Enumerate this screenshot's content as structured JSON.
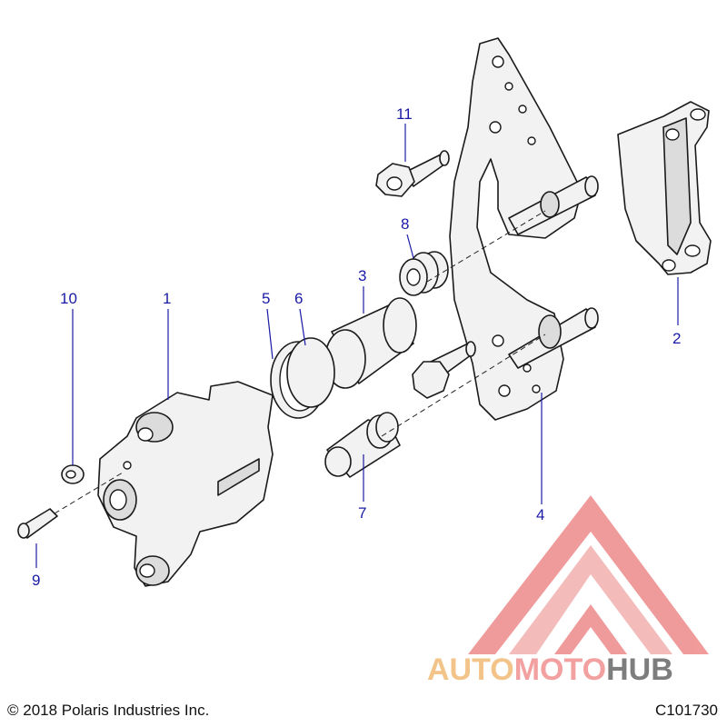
{
  "callouts": [
    {
      "id": "1",
      "label": "1"
    },
    {
      "id": "2",
      "label": "2"
    },
    {
      "id": "3",
      "label": "3"
    },
    {
      "id": "4",
      "label": "4"
    },
    {
      "id": "5",
      "label": "5"
    },
    {
      "id": "6",
      "label": "6"
    },
    {
      "id": "7",
      "label": "7"
    },
    {
      "id": "8",
      "label": "8"
    },
    {
      "id": "9",
      "label": "9"
    },
    {
      "id": "10",
      "label": "10"
    },
    {
      "id": "11",
      "label": "11"
    }
  ],
  "footer": {
    "copyright": "© 2018 Polaris Industries Inc.",
    "code": "C101730"
  },
  "watermark": {
    "part1": "AUTO",
    "part2": "MOTO",
    "part3": "HUB",
    "colors": {
      "auto": "#f3c48a",
      "moto": "#f2a0a0",
      "hub": "#7d7d7d",
      "logo": "#ee7b7b"
    }
  },
  "colors": {
    "callout": "#1a1aa6",
    "line": "#1a1a1a"
  }
}
